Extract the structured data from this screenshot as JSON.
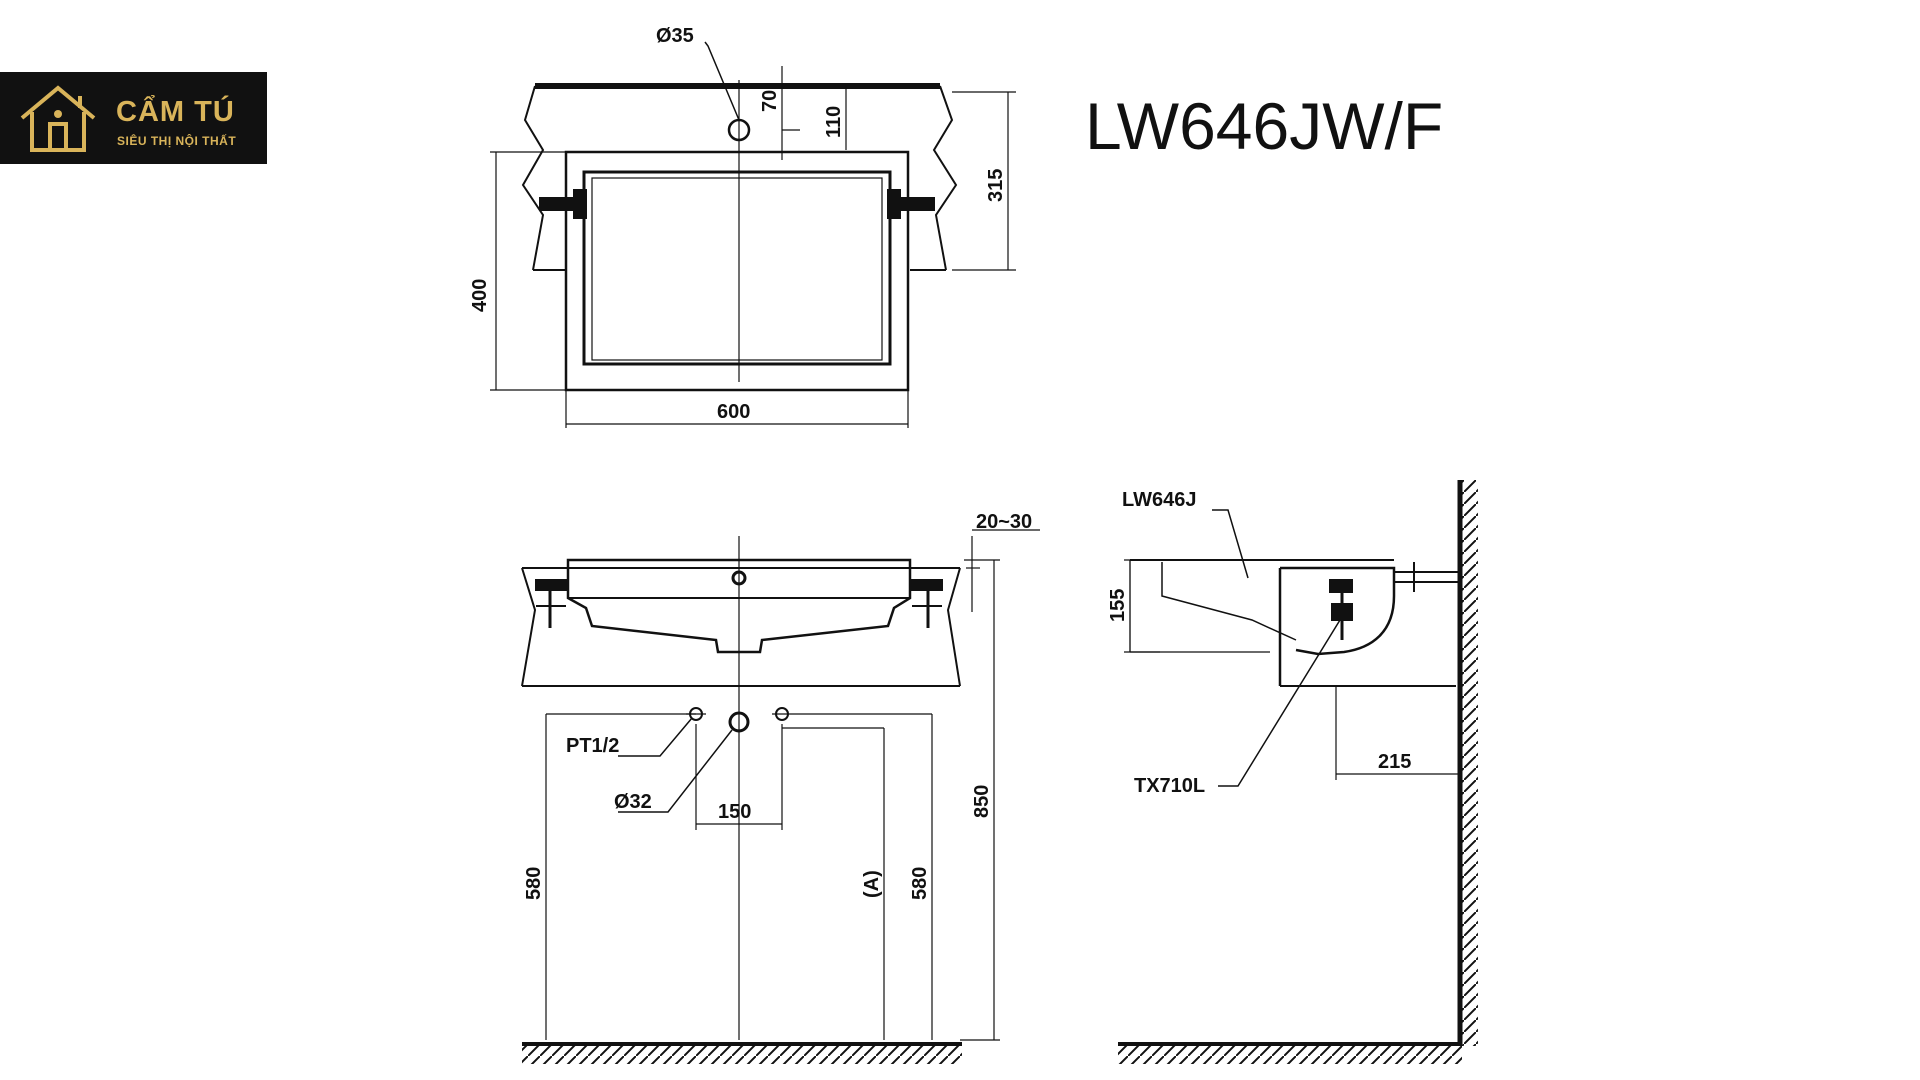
{
  "brand": {
    "name": "CẨM TÚ",
    "tagline": "SIÊU THỊ NỘI THẤT",
    "icon": "house-icon",
    "colors": {
      "background": "#111111",
      "gold": "#d9b45a"
    }
  },
  "model": "LW646JW/F",
  "top_view": {
    "hole_dia": "Ø35",
    "dim_70": "70",
    "dim_110": "110",
    "dim_315": "315",
    "dim_400": "400",
    "dim_600": "600"
  },
  "front_view": {
    "dim_20_30": "20~30",
    "pt": "PT1/2",
    "drain_dia": "Ø32",
    "dim_150": "150",
    "dim_580_left": "580",
    "dim_a": "(A)",
    "dim_580_right": "580",
    "dim_850": "850"
  },
  "side_view": {
    "basin_label": "LW646J",
    "trap_label": "TX710L",
    "dim_155": "155",
    "dim_215": "215"
  }
}
